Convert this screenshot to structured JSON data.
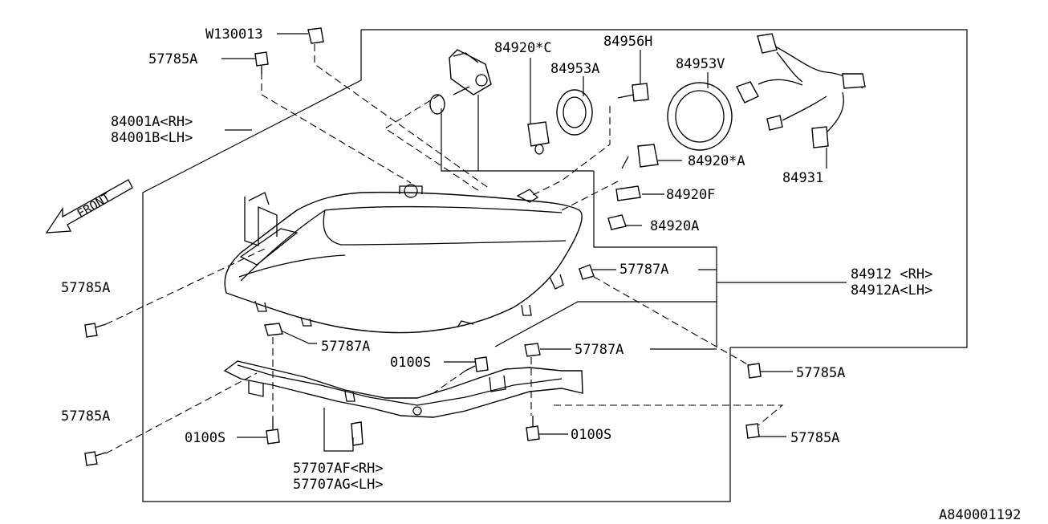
{
  "diagram_id": "A840001192",
  "direction_label": "FRONT",
  "labels": {
    "w130013": "W130013",
    "a57785_top": "57785A",
    "a84001a": "84001A<RH>",
    "a84001b": "84001B<LH>",
    "c84920": "84920*C",
    "h84956": "84956H",
    "a84953": "84953A",
    "v84953": "84953V",
    "a84920_star": "84920*A",
    "n84931": "84931",
    "f84920": "84920F",
    "a84920": "84920A",
    "a57787_right": "57787A",
    "rh84912": "84912 <RH>",
    "lh84912a": "84912A<LH>",
    "a57785_left1": "57785A",
    "a57787_mid": "57787A",
    "s0100_mid": "0100S",
    "a57787_lower": "57787A",
    "a57785_right1": "57785A",
    "a57785_left2": "57785A",
    "s0100_left": "0100S",
    "s0100_right": "0100S",
    "a57785_right2": "57785A",
    "af57707": "57707AF<RH>",
    "ag57707": "57707AG<LH>"
  }
}
